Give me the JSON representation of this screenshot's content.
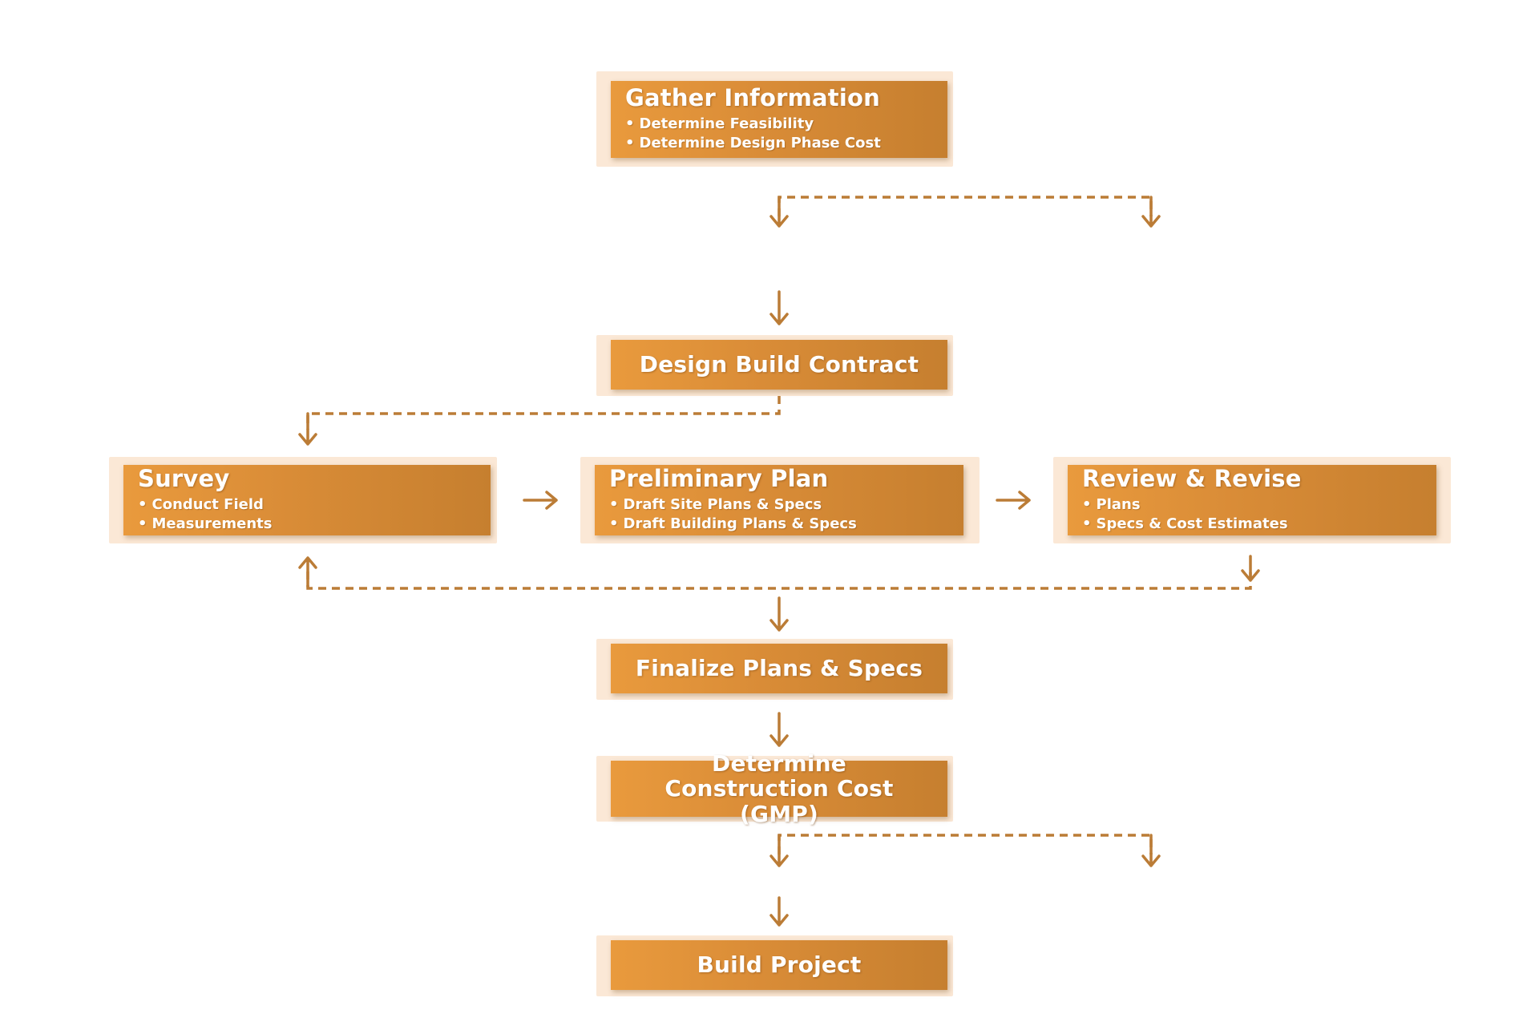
{
  "nodes": {
    "gather_information": {
      "title": "Gather Information",
      "bullets": [
        "Determine Feasibility",
        "Determine Design Phase Cost"
      ]
    },
    "design_build_contract": {
      "title": "Design Build Contract"
    },
    "survey": {
      "title": "Survey",
      "bullets": [
        "Conduct Field",
        "Measurements"
      ]
    },
    "preliminary_plan": {
      "title": "Preliminary Plan",
      "bullets": [
        "Draft Site Plans & Specs",
        "Draft Building Plans & Specs"
      ]
    },
    "review_revise": {
      "title": "Review & Revise",
      "bullets": [
        "Plans",
        "Specs & Cost Estimates"
      ]
    },
    "finalize_plans": {
      "title": "Finalize Plans & Specs"
    },
    "construction_cost": {
      "title": "Determine Construction Cost (GMP)"
    },
    "build_project": {
      "title": "Build Project"
    }
  },
  "colors": {
    "box_gradient_start": "#e99a3d",
    "box_gradient_end": "#c67f2f",
    "halo": "#fbe8d6",
    "connector": "#bb7c36",
    "text": "#ffffff"
  }
}
